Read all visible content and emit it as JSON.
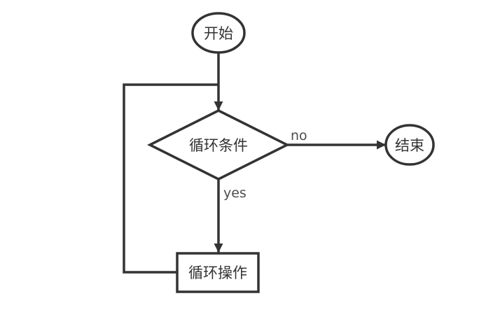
{
  "diagram": {
    "kind": "flowchart",
    "description": "while-loop flowchart",
    "colors": {
      "background": "#ffffff",
      "stroke": "#333333",
      "node_text": "#333333",
      "edge_text": "#4d4d4d"
    },
    "nodes": [
      {
        "id": "start",
        "type": "ellipse",
        "label": "开始"
      },
      {
        "id": "loop-condition",
        "type": "diamond",
        "label": "循环条件"
      },
      {
        "id": "end",
        "type": "ellipse",
        "label": "结束"
      },
      {
        "id": "loop-operation",
        "type": "rectangle",
        "label": "循环操作"
      }
    ],
    "edges": [
      {
        "from": "start",
        "to": "loop-condition",
        "label": ""
      },
      {
        "from": "loop-condition",
        "to": "end",
        "label": "no"
      },
      {
        "from": "loop-condition",
        "to": "loop-operation",
        "label": "yes"
      },
      {
        "from": "loop-operation",
        "to": "loop-condition",
        "label": ""
      }
    ]
  }
}
